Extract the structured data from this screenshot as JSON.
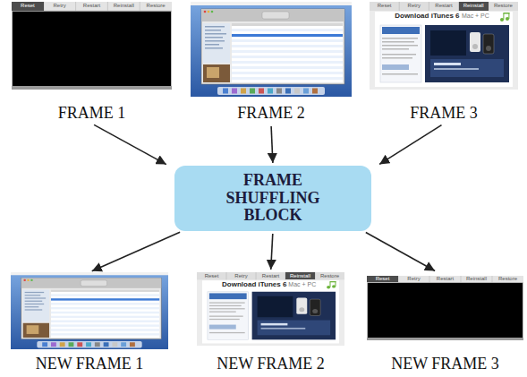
{
  "diagram": {
    "nodes": [
      {
        "text": [
          "FRAME 1"
        ]
      },
      {
        "text": [
          "FRAME 2"
        ]
      },
      {
        "text": [
          "FRAME 3"
        ]
      },
      {
        "text": [
          "FRAME SHUFFLING BLOCK"
        ]
      },
      {
        "text": [
          "NEW FRAME 1"
        ]
      },
      {
        "text": [
          "NEW FRAME 2"
        ]
      },
      {
        "text": [
          "NEW FRAME 3"
        ]
      }
    ],
    "edges": [
      {
        "from": 0,
        "to": 3,
        "arrow": "to"
      },
      {
        "from": 1,
        "to": 3,
        "arrow": "to"
      },
      {
        "from": 2,
        "to": 3,
        "arrow": "to"
      },
      {
        "from": 3,
        "to": 4,
        "arrow": "to"
      },
      {
        "from": 3,
        "to": 5,
        "arrow": "to"
      },
      {
        "from": 3,
        "to": 6,
        "arrow": "to"
      }
    ],
    "labels": [
      "Reset",
      "Retry",
      "Restart",
      "Reinstall",
      "Restore",
      "Reset",
      "Retry",
      "Restart",
      "Reinstall",
      "Restore",
      "Download iTunes 6",
      "Mac + PC",
      "Reset",
      "Retry",
      "Restart",
      "Reinstall",
      "Restore",
      "Download iTunes 6",
      "Mac + PC",
      "Reset",
      "Retry",
      "Restart",
      "Reinstall",
      "Restore"
    ]
  }
}
